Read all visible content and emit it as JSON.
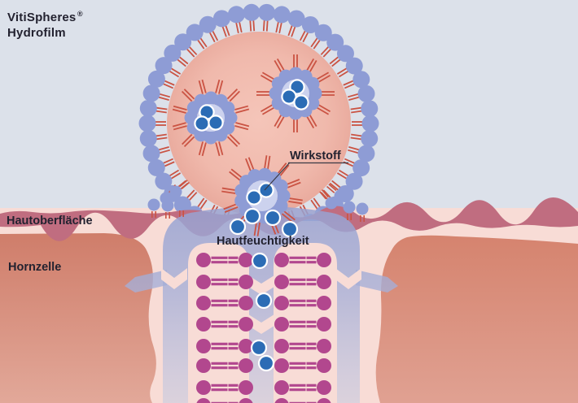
{
  "title": {
    "brand": "VitiSpheres",
    "registered": "®",
    "product": "Hydrofilm"
  },
  "annotations": {
    "wirkstoff": {
      "label": "Wirkstoff"
    },
    "hautoberflaeche": {
      "label": "Hautoberfläche"
    },
    "hautfeuchtigkeit": {
      "label": "Hautfeuchtigkeit"
    },
    "hornzelle": {
      "label": "Hornzelle"
    }
  },
  "colors": {
    "background_sky": "#dce1ea",
    "skin_fill": "#f8dcd6",
    "surface_band": "#c06d80",
    "membrane_head": "#8e9cd5",
    "lipid_tail": "#ca5343",
    "micelle_fill": "#ccd2ee",
    "moisture_dot": "#2b6cb5",
    "moisture_dot_ring": "#ffffff",
    "skin_lipid": "#b2478e",
    "text": "#232230",
    "label_line": "#3a3944"
  }
}
